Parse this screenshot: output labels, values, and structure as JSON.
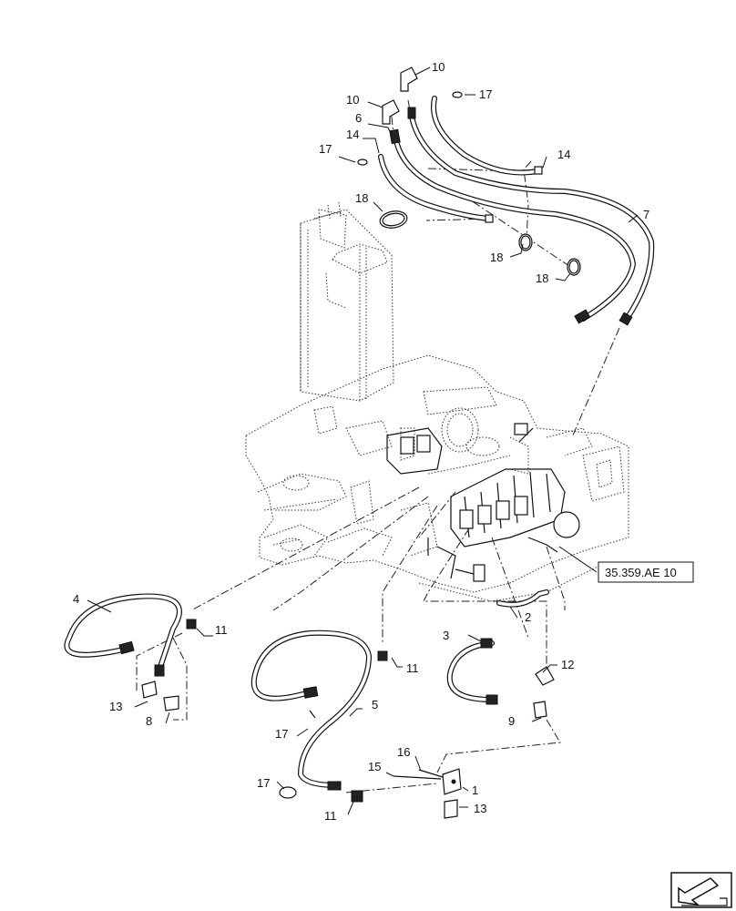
{
  "diagram": {
    "reference_label": "35.359.AE 10",
    "callouts": [
      {
        "id": "c10a",
        "text": "10"
      },
      {
        "id": "c17a",
        "text": "17"
      },
      {
        "id": "c10b",
        "text": "10"
      },
      {
        "id": "c6",
        "text": "6"
      },
      {
        "id": "c14a",
        "text": "14"
      },
      {
        "id": "c17b",
        "text": "17"
      },
      {
        "id": "c14b",
        "text": "14"
      },
      {
        "id": "c18a",
        "text": "18"
      },
      {
        "id": "c7",
        "text": "7"
      },
      {
        "id": "c18b",
        "text": "18"
      },
      {
        "id": "c18c",
        "text": "18"
      },
      {
        "id": "c2",
        "text": "2"
      },
      {
        "id": "c4",
        "text": "4"
      },
      {
        "id": "c11a",
        "text": "11"
      },
      {
        "id": "c3",
        "text": "3"
      },
      {
        "id": "c12",
        "text": "12"
      },
      {
        "id": "c11b",
        "text": "11"
      },
      {
        "id": "c13a",
        "text": "13"
      },
      {
        "id": "c8",
        "text": "8"
      },
      {
        "id": "c5",
        "text": "5"
      },
      {
        "id": "c9",
        "text": "9"
      },
      {
        "id": "c17c",
        "text": "17"
      },
      {
        "id": "c16",
        "text": "16"
      },
      {
        "id": "c15",
        "text": "15"
      },
      {
        "id": "c1",
        "text": "1"
      },
      {
        "id": "c17d",
        "text": "17"
      },
      {
        "id": "c11c",
        "text": "11"
      },
      {
        "id": "c13b",
        "text": "13"
      }
    ],
    "nav_icon": "arrow-view-direction-icon"
  }
}
